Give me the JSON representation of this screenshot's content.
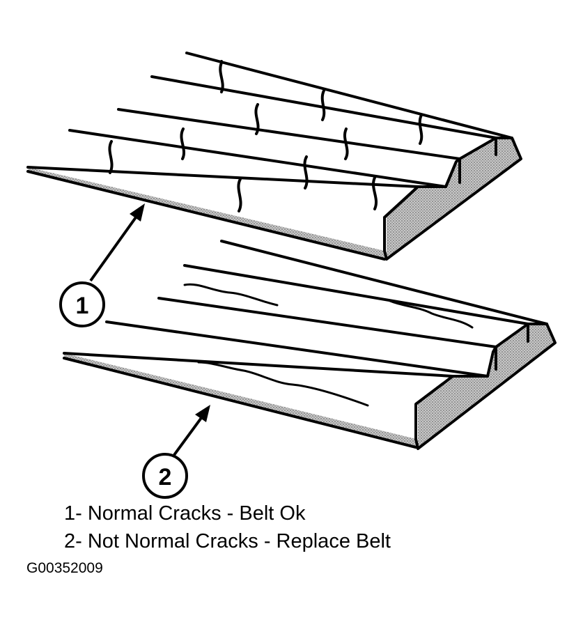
{
  "figure": {
    "colors": {
      "ink": "#000000",
      "paper": "#ffffff",
      "shade": "#9a9a9a"
    },
    "callouts": [
      {
        "number": "1"
      },
      {
        "number": "2"
      }
    ],
    "legend": [
      {
        "text": "1- Normal Cracks - Belt Ok"
      },
      {
        "text": "2- Not Normal Cracks - Replace Belt"
      }
    ],
    "figure_id": "G00352009"
  }
}
